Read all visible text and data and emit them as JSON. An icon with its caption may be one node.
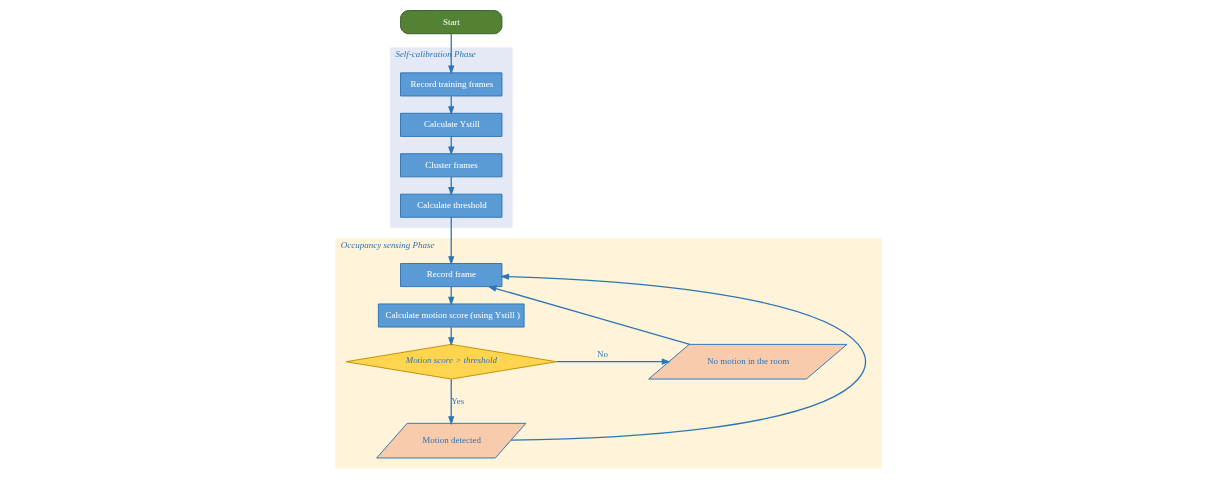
{
  "diagram": {
    "nodes": [
      {
        "text": [
          "Start"
        ]
      },
      {
        "text": [
          "Self-calibration Phase"
        ]
      },
      {
        "text": [
          "Record training frames"
        ],
        "in": 1
      },
      {
        "text": [
          "Calculate Ystill"
        ],
        "in": 1
      },
      {
        "text": [
          "Cluster frames"
        ],
        "in": 1
      },
      {
        "text": [
          "Calculate threshold"
        ],
        "in": 1
      },
      {
        "text": [
          "Occupancy sensing Phase"
        ]
      },
      {
        "text": [
          "Record frame"
        ],
        "in": 6
      },
      {
        "text": [
          "Calculate motion score (using Ystill )"
        ],
        "in": 6
      },
      {
        "text": [
          "Motion score > threshold"
        ],
        "in": 6
      },
      {
        "text": [
          "No motion in the room"
        ],
        "in": 6
      },
      {
        "text": [
          "Motion detected"
        ],
        "in": 6
      }
    ],
    "edges": [
      {
        "from": 0,
        "to": 2,
        "arrow": "to"
      },
      {
        "from": 2,
        "to": 3,
        "arrow": "to"
      },
      {
        "from": 3,
        "to": 4,
        "arrow": "to"
      },
      {
        "from": 4,
        "to": 5,
        "arrow": "to"
      },
      {
        "from": 5,
        "to": 7,
        "arrow": "to"
      },
      {
        "from": 7,
        "to": 8,
        "arrow": "to"
      },
      {
        "from": 8,
        "to": 9,
        "arrow": "to"
      },
      {
        "from": 9,
        "to": 10,
        "label": "No",
        "arrow": "to"
      },
      {
        "from": 9,
        "to": 11,
        "label": "Yes",
        "arrow": "to"
      },
      {
        "from": 10,
        "to": 7,
        "arrow": "to"
      },
      {
        "from": 11,
        "to": 7,
        "arrow": "to"
      }
    ]
  }
}
